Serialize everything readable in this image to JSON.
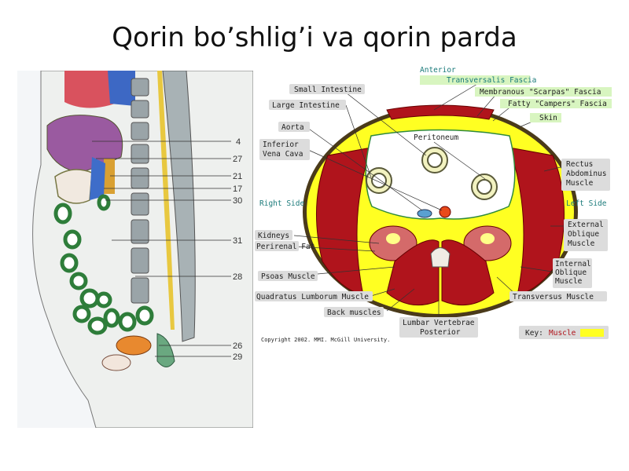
{
  "slide": {
    "title": "Qorin bo’shlig’i va qorin parda"
  },
  "sagittal": {
    "numbers": [
      "4",
      "27",
      "21",
      "17",
      "30",
      "31",
      "28",
      "26",
      "29"
    ]
  },
  "axial": {
    "orientation": {
      "top": "Anterior",
      "bottom": "Posterior",
      "left": "Right Side",
      "right": "Left Side"
    },
    "labels": {
      "small_intestine": "Small Intestine",
      "large_intestine": "Large Intestine",
      "aorta": "Aorta",
      "ivc_line1": "Inferior",
      "ivc_line2": "Vena Cava",
      "peritoneum": "Peritoneum",
      "transversalis": "Transversalis Fascia",
      "scarpas": "Membranous \"Scarpas\" Fascia",
      "campers": "Fatty \"Campers\" Fascia",
      "skin": "Skin",
      "rectus_1": "Rectus",
      "rectus_2": "Abdominus",
      "rectus_3": "Muscle",
      "kidneys": "Kidneys",
      "perirenal": "Perirenal Fat",
      "ext_obl_1": "External",
      "ext_obl_2": "Oblique",
      "ext_obl_3": "Muscle",
      "int_obl_1": "Internal",
      "int_obl_2": "Oblique",
      "int_obl_3": "Muscle",
      "psoas": "Psoas Muscle",
      "quadratus": "Quadratus Lumborum Muscle",
      "transversus": "Transversus Muscle",
      "back": "Back muscles",
      "lumbar": "Lumbar Vertebrae",
      "copyright": "Copyright 2002. MMI. McGill University.",
      "key_label": "Key:",
      "key_muscle": "Muscle"
    },
    "colors": {
      "muscle": "#b0141c",
      "fat": "#ffff22",
      "teal_label": "#1a7a7a",
      "kidney": "#d46a6a"
    }
  }
}
